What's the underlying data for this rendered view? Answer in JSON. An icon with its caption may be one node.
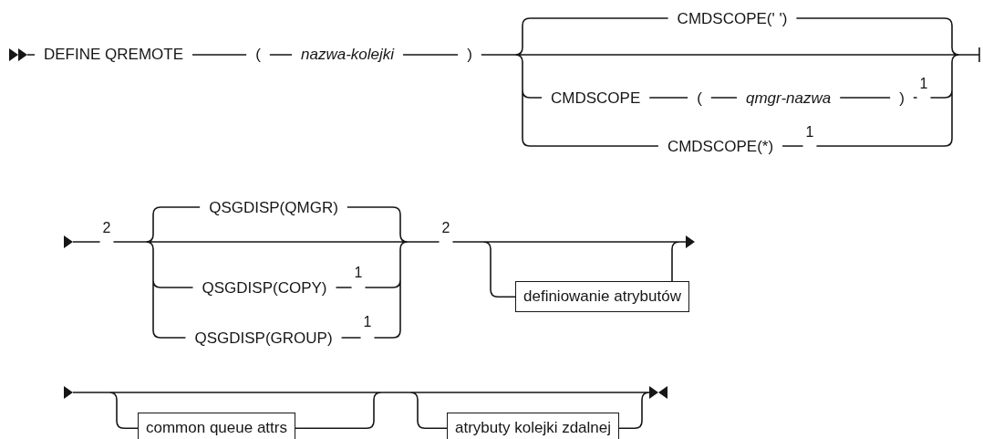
{
  "diagram": {
    "nodes": [
      {
        "text": [
          "definiowanie atrybutów"
        ]
      },
      {
        "text": [
          "common queue attrs"
        ]
      },
      {
        "text": [
          "atrybuty kolejki zdalnej"
        ]
      }
    ],
    "labels": [
      "DEFINE QREMOTE",
      "(",
      "nazwa-kolejki",
      ")",
      "CMDSCOPE(' ')",
      "CMDSCOPE",
      "(",
      "qmgr-nazwa",
      ")",
      "1",
      "CMDSCOPE(*)",
      "1",
      "2",
      "QSGDISP(QMGR)",
      "2",
      "QSGDISP(COPY)",
      "1",
      "QSGDISP(GROUP)",
      "1"
    ]
  }
}
